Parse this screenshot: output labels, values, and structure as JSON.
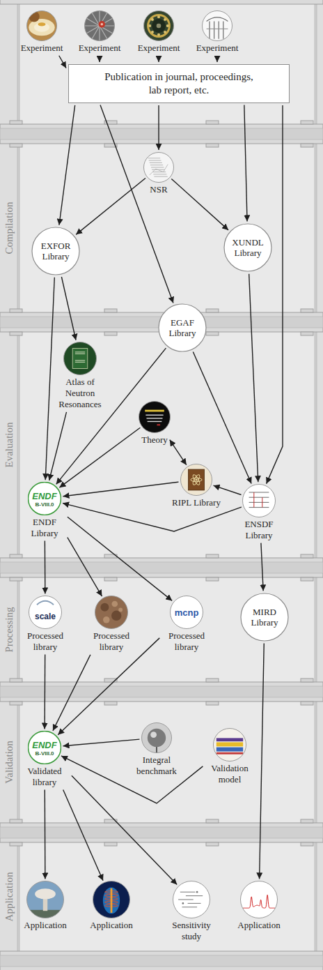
{
  "diagram": {
    "nodes": [
      {
        "text": [
          "Experiment"
        ]
      },
      {
        "text": [
          "Experiment"
        ]
      },
      {
        "text": [
          "Experiment"
        ]
      },
      {
        "text": [
          "Experiment"
        ]
      },
      {
        "text": [
          "Publication in journal, proceedings, lab report, etc."
        ]
      },
      {
        "text": [
          "NSR"
        ]
      },
      {
        "text": [
          "EXFOR Library"
        ]
      },
      {
        "text": [
          "XUNDL Library"
        ]
      },
      {
        "text": [
          "Atlas of Neutron Resonances"
        ]
      },
      {
        "text": [
          "EGAF Library"
        ]
      },
      {
        "text": [
          "Theory"
        ]
      },
      {
        "text": [
          "RIPL Library"
        ]
      },
      {
        "text": [
          "ENDF Library"
        ]
      },
      {
        "text": [
          "ENSDF Library"
        ]
      },
      {
        "text": [
          "Processed library"
        ]
      },
      {
        "text": [
          "Processed library"
        ]
      },
      {
        "text": [
          "Processed library"
        ]
      },
      {
        "text": [
          "MIRD Library"
        ]
      },
      {
        "text": [
          "Validated library"
        ]
      },
      {
        "text": [
          "Integral benchmark"
        ]
      },
      {
        "text": [
          "Validation model"
        ]
      },
      {
        "text": [
          "Application"
        ]
      },
      {
        "text": [
          "Application"
        ]
      },
      {
        "text": [
          "Sensitivity study"
        ]
      },
      {
        "text": [
          "Application"
        ]
      }
    ],
    "edges": [
      {
        "from": 0,
        "to": 4,
        "arrow": "to"
      },
      {
        "from": 1,
        "to": 4,
        "arrow": "to"
      },
      {
        "from": 2,
        "to": 4,
        "arrow": "to"
      },
      {
        "from": 3,
        "to": 4,
        "arrow": "to"
      },
      {
        "from": 4,
        "to": 6,
        "arrow": "to"
      },
      {
        "from": 4,
        "to": 9,
        "arrow": "to"
      },
      {
        "from": 4,
        "to": 5,
        "arrow": "to"
      },
      {
        "from": 4,
        "to": 7,
        "arrow": "to"
      },
      {
        "from": 4,
        "to": 13,
        "arrow": "to"
      },
      {
        "from": 5,
        "to": 6,
        "arrow": "to"
      },
      {
        "from": 5,
        "to": 7,
        "arrow": "to"
      },
      {
        "from": 6,
        "to": 8,
        "arrow": "to"
      },
      {
        "from": 6,
        "to": 12,
        "arrow": "to"
      },
      {
        "from": 8,
        "to": 12,
        "arrow": "to"
      },
      {
        "from": 9,
        "to": 12,
        "arrow": "to"
      },
      {
        "from": 9,
        "to": 13,
        "arrow": "to"
      },
      {
        "from": 10,
        "to": 12,
        "arrow": "to"
      },
      {
        "from": 10,
        "to": 11,
        "arrow": "both"
      },
      {
        "from": 11,
        "to": 12,
        "arrow": "to"
      },
      {
        "from": 13,
        "to": 11,
        "arrow": "to"
      },
      {
        "from": 13,
        "to": 12,
        "arrow": "to"
      },
      {
        "from": 7,
        "to": 13,
        "arrow": "to"
      },
      {
        "from": 12,
        "to": 14,
        "arrow": "to"
      },
      {
        "from": 12,
        "to": 15,
        "arrow": "to"
      },
      {
        "from": 12,
        "to": 16,
        "arrow": "to"
      },
      {
        "from": 13,
        "to": 17,
        "arrow": "to"
      },
      {
        "from": 14,
        "to": 18,
        "arrow": "to"
      },
      {
        "from": 15,
        "to": 18,
        "arrow": "to"
      },
      {
        "from": 16,
        "to": 18,
        "arrow": "to"
      },
      {
        "from": 19,
        "to": 18,
        "arrow": "to"
      },
      {
        "from": 20,
        "to": 18,
        "arrow": "to"
      },
      {
        "from": 18,
        "to": 21,
        "arrow": "to"
      },
      {
        "from": 18,
        "to": 22,
        "arrow": "to"
      },
      {
        "from": 18,
        "to": 23,
        "arrow": "to"
      },
      {
        "from": 17,
        "to": 24,
        "arrow": "to"
      }
    ],
    "labels": [
      "Compilation",
      "Evaluation",
      "Processing",
      "Validation",
      "Application",
      "ENDF",
      "B-VIII.0",
      "scale",
      "mcnp",
      "ENDF",
      "B-VIII.0"
    ]
  }
}
